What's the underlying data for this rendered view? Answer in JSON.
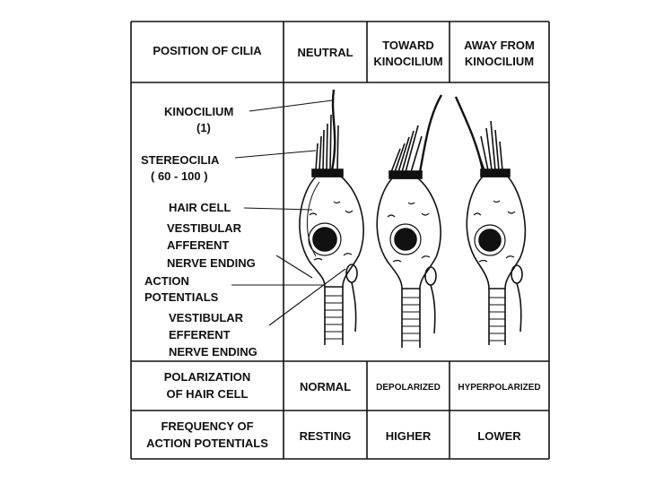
{
  "header": {
    "row_label": "POSITION OF CILIA",
    "col_neutral": "NEUTRAL",
    "col_toward_line1": "TOWARD",
    "col_toward_line2": "KINOCILIUM",
    "col_away_line1": "AWAY FROM",
    "col_away_line2": "KINOCILIUM"
  },
  "labels": {
    "kinocilium": "KINOCILIUM",
    "kinocilium_count": "(1)",
    "stereocilia": "STEREOCILIA",
    "stereocilia_count": "( 60 - 100 )",
    "hair_cell": "HAIR CELL",
    "afferent_line1": "VESTIBULAR",
    "afferent_line2": "AFFERENT",
    "afferent_line3": "NERVE ENDING",
    "action_line1": "ACTION",
    "action_line2": "POTENTIALS",
    "efferent_line1": "VESTIBULAR",
    "efferent_line2": "EFFERENT",
    "efferent_line3": "NERVE ENDING"
  },
  "polarization": {
    "row_label_line1": "POLARIZATION",
    "row_label_line2": "OF HAIR CELL",
    "neutral": "NORMAL",
    "toward": "DEPOLARIZED",
    "away": "HYPERPOLARIZED"
  },
  "frequency": {
    "row_label_line1": "FREQUENCY OF",
    "row_label_line2": "ACTION POTENTIALS",
    "neutral": "RESTING",
    "toward": "HIGHER",
    "away": "LOWER"
  },
  "colors": {
    "ink": "#111111",
    "background": "#ffffff"
  }
}
